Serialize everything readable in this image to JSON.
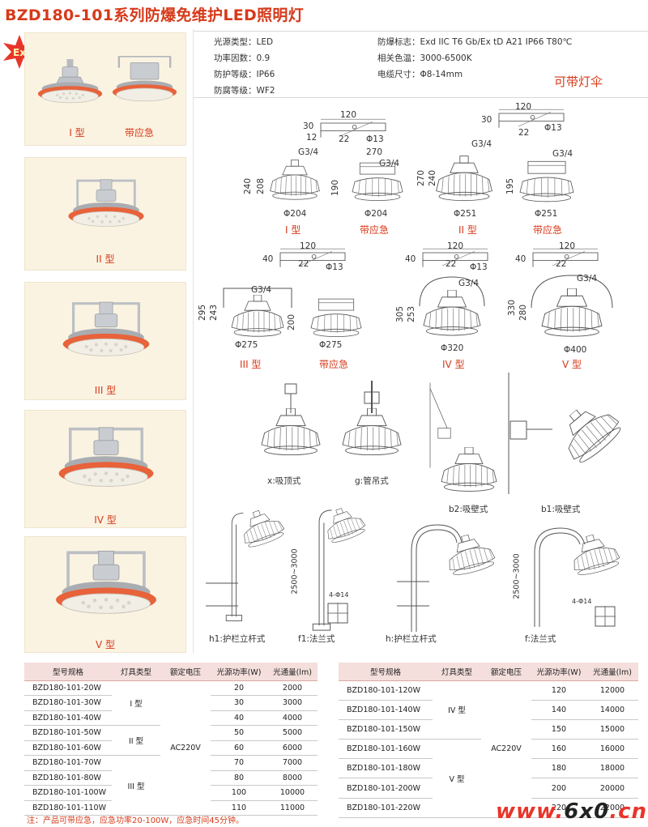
{
  "title": "BZD180-101系列防爆免维护LED照明灯",
  "badge": "Ex",
  "products": [
    {
      "label_a": "I 型",
      "label_b": "带应急"
    },
    {
      "label_a": "II 型"
    },
    {
      "label_a": "III 型"
    },
    {
      "label_a": "IV 型"
    },
    {
      "label_a": "V 型"
    }
  ],
  "specs": [
    {
      "key": "光源类型",
      "value": "LED"
    },
    {
      "key": "功率因数",
      "value": "0.9"
    },
    {
      "key": "防护等级",
      "value": "IP66"
    },
    {
      "key": "防腐等级",
      "value": "WF2"
    },
    {
      "key": "防爆标志",
      "value": "Exd IIC T6 Gb/Ex tD A21 IP66 T80℃"
    },
    {
      "key": "相关色温",
      "value": "3000-6500K"
    },
    {
      "key": "电缆尺寸",
      "value": "Φ8-14mm"
    }
  ],
  "umbrella_note": "可带灯伞",
  "dims": {
    "bracket_w": "120",
    "bracket_h": "30",
    "bracket_12": "12",
    "bracket_22": "22",
    "bracket_hole": "Φ13",
    "thread": "G3/4",
    "r1": {
      "h_total": "240",
      "h_body": "208",
      "dia": "Φ204",
      "em_w": "270",
      "em_h": "190",
      "em_dia": "Φ204"
    },
    "r1b": {
      "h_total": "270",
      "h_body": "240",
      "dia": "Φ251",
      "em_h": "195",
      "em_dia": "Φ251"
    },
    "r2": {
      "bh": "40",
      "h_total": "295",
      "h_body": "243",
      "dia": "Φ275",
      "em_h": "200",
      "em_dia": "Φ275"
    },
    "r2b": {
      "h_total": "305",
      "h_body": "253",
      "dia": "Φ320"
    },
    "r2c": {
      "h_total": "330",
      "h_body": "280",
      "dia": "Φ400"
    },
    "pole_h": "2500~3000",
    "flange": "4-Φ14"
  },
  "diagram_captions": {
    "i": "I 型",
    "i_em": "带应急",
    "ii": "II 型",
    "ii_em": "带应急",
    "iii": "III 型",
    "iii_em": "带应急",
    "iv": "IV 型",
    "v": "V 型",
    "x": "x:吸顶式",
    "g": "g:管吊式",
    "b2": "b2:吸壁式",
    "b1": "b1:吸壁式",
    "h1": "h1:护栏立杆式",
    "f1": "f1:法兰式",
    "h": "h:护栏立杆式",
    "f": "f:法兰式"
  },
  "table_headers": [
    "型号规格",
    "灯具类型",
    "额定电压",
    "光源功率(W)",
    "光通量(lm)"
  ],
  "table_left": {
    "rows": [
      {
        "model": "BZD180-101-20W",
        "power": "20",
        "flux": "2000"
      },
      {
        "model": "BZD180-101-30W",
        "power": "30",
        "flux": "3000"
      },
      {
        "model": "BZD180-101-40W",
        "power": "40",
        "flux": "4000"
      },
      {
        "model": "BZD180-101-50W",
        "power": "50",
        "flux": "5000"
      },
      {
        "model": "BZD180-101-60W",
        "power": "60",
        "flux": "6000"
      },
      {
        "model": "BZD180-101-70W",
        "power": "70",
        "flux": "7000"
      },
      {
        "model": "BZD180-101-80W",
        "power": "80",
        "flux": "8000"
      },
      {
        "model": "BZD180-101-100W",
        "power": "100",
        "flux": "10000"
      },
      {
        "model": "BZD180-101-110W",
        "power": "110",
        "flux": "11000"
      }
    ],
    "types": [
      "I 型",
      "II 型",
      "III 型"
    ],
    "voltage": "AC220V"
  },
  "table_right": {
    "rows": [
      {
        "model": "BZD180-101-120W",
        "power": "120",
        "flux": "12000"
      },
      {
        "model": "BZD180-101-140W",
        "power": "140",
        "flux": "14000"
      },
      {
        "model": "BZD180-101-150W",
        "power": "150",
        "flux": "15000"
      },
      {
        "model": "BZD180-101-160W",
        "power": "160",
        "flux": "16000"
      },
      {
        "model": "BZD180-101-180W",
        "power": "180",
        "flux": "18000"
      },
      {
        "model": "BZD180-101-200W",
        "power": "200",
        "flux": "20000"
      },
      {
        "model": "BZD180-101-220W",
        "power": "220",
        "flux": "22000"
      }
    ],
    "types": [
      "IV 型",
      "V 型"
    ],
    "voltage": "AC220V"
  },
  "note": "注：产品可带应急，应急功率20-100W，应急时间45分钟。",
  "watermark": {
    "a": "www.",
    "b": "6x0",
    "c": ".cn"
  }
}
